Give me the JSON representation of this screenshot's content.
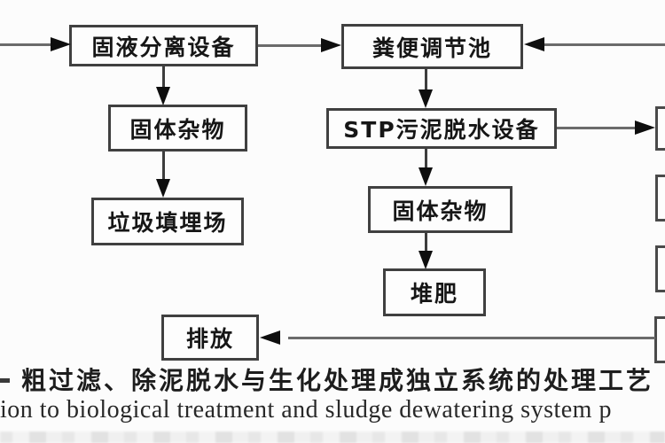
{
  "diagram": {
    "title_hint": "manure treatment process flowchart",
    "nodes": {
      "separator": {
        "label": "固液分离设备"
      },
      "pool": {
        "label": "粪便调节池"
      },
      "solid1": {
        "label": "固体杂物"
      },
      "stp": {
        "label": "STP污泥脱水设备"
      },
      "landfill": {
        "label": "垃圾填埋场"
      },
      "solid2": {
        "label": "固体杂物"
      },
      "compost": {
        "label": "堆肥"
      },
      "discharge": {
        "label": "排放"
      }
    },
    "edges": [
      "left-edge → 固液分离设备",
      "固液分离设备 → 粪便调节池",
      "right-edge → 粪便调节池",
      "固液分离设备 → 固体杂物",
      "固体杂物 → 垃圾填埋场",
      "粪便调节池 → STP污泥脱水设备",
      "STP污泥脱水设备 → 固体杂物",
      "固体杂物 → 堆肥",
      "STP污泥脱水设备 → right-edge-box",
      "right-edge-box → 排放"
    ],
    "caption": {
      "zh": "粗过滤、除泥脱水与生化处理成独立系统的处理工艺",
      "en": "ion to biological treatment and sludge dewatering system p"
    },
    "colors": {
      "background": "#fcfcfc",
      "box_border": "#404040",
      "line": "#6b6b6b",
      "arrow": "#0e0e0e",
      "text": "#161616"
    }
  }
}
